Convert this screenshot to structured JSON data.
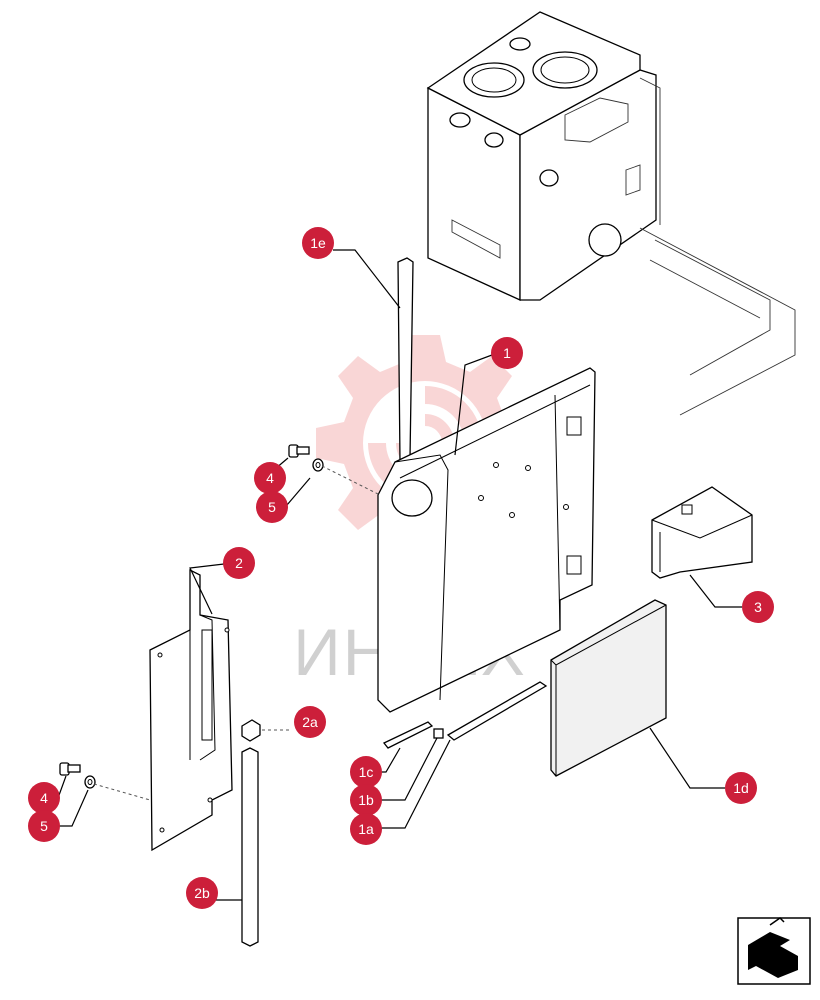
{
  "watermark": {
    "text": "ИНТЕХ"
  },
  "callouts": [
    {
      "id": "1e",
      "label": "1e"
    },
    {
      "id": "1",
      "label": "1"
    },
    {
      "id": "4a",
      "label": "4"
    },
    {
      "id": "5a",
      "label": "5"
    },
    {
      "id": "2",
      "label": "2"
    },
    {
      "id": "3",
      "label": "3"
    },
    {
      "id": "2a",
      "label": "2a"
    },
    {
      "id": "1c",
      "label": "1c"
    },
    {
      "id": "1b",
      "label": "1b"
    },
    {
      "id": "1a",
      "label": "1a"
    },
    {
      "id": "1d",
      "label": "1d"
    },
    {
      "id": "4b",
      "label": "4"
    },
    {
      "id": "5b",
      "label": "5"
    },
    {
      "id": "2b",
      "label": "2b"
    }
  ],
  "colors": {
    "callout": "#cc1f3a",
    "watermark": "#f7c9c9"
  }
}
